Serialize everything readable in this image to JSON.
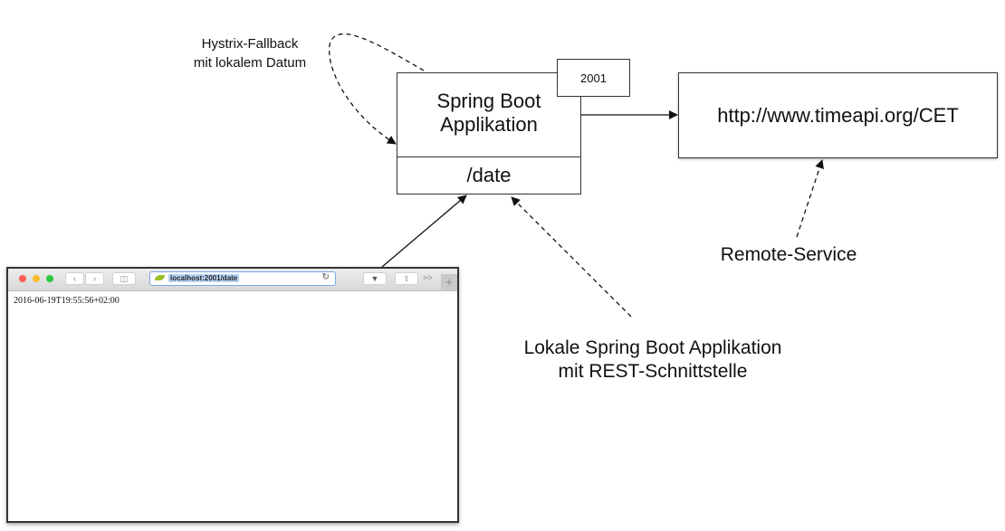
{
  "diagram": {
    "spring_app": {
      "title_line1": "Spring Boot",
      "title_line2": "Applikation",
      "endpoint": "/date",
      "port": "2001"
    },
    "remote_service": {
      "url": "http://www.timeapi.org/CET",
      "caption": "Remote-Service"
    },
    "fallback_label": {
      "line1": "Hystrix-Fallback",
      "line2": "mit lokalem Datum"
    },
    "local_app_label": {
      "line1": "Lokale Spring Boot Applikation",
      "line2": "mit REST-Schnittstelle"
    },
    "browser": {
      "address": "localhost:2001/date",
      "page_content": "2016-06-19T19:55:56+02:00",
      "icons": [
        "close-dot",
        "minimize-dot",
        "zoom-dot",
        "back-icon",
        "forward-icon",
        "sidebar-icon",
        "spring-leaf-icon",
        "reload-icon",
        "download-icon",
        "share-icon",
        "overflow-icon",
        "new-tab-icon"
      ],
      "overflow_label": ">>",
      "new_tab_label": "+"
    }
  }
}
